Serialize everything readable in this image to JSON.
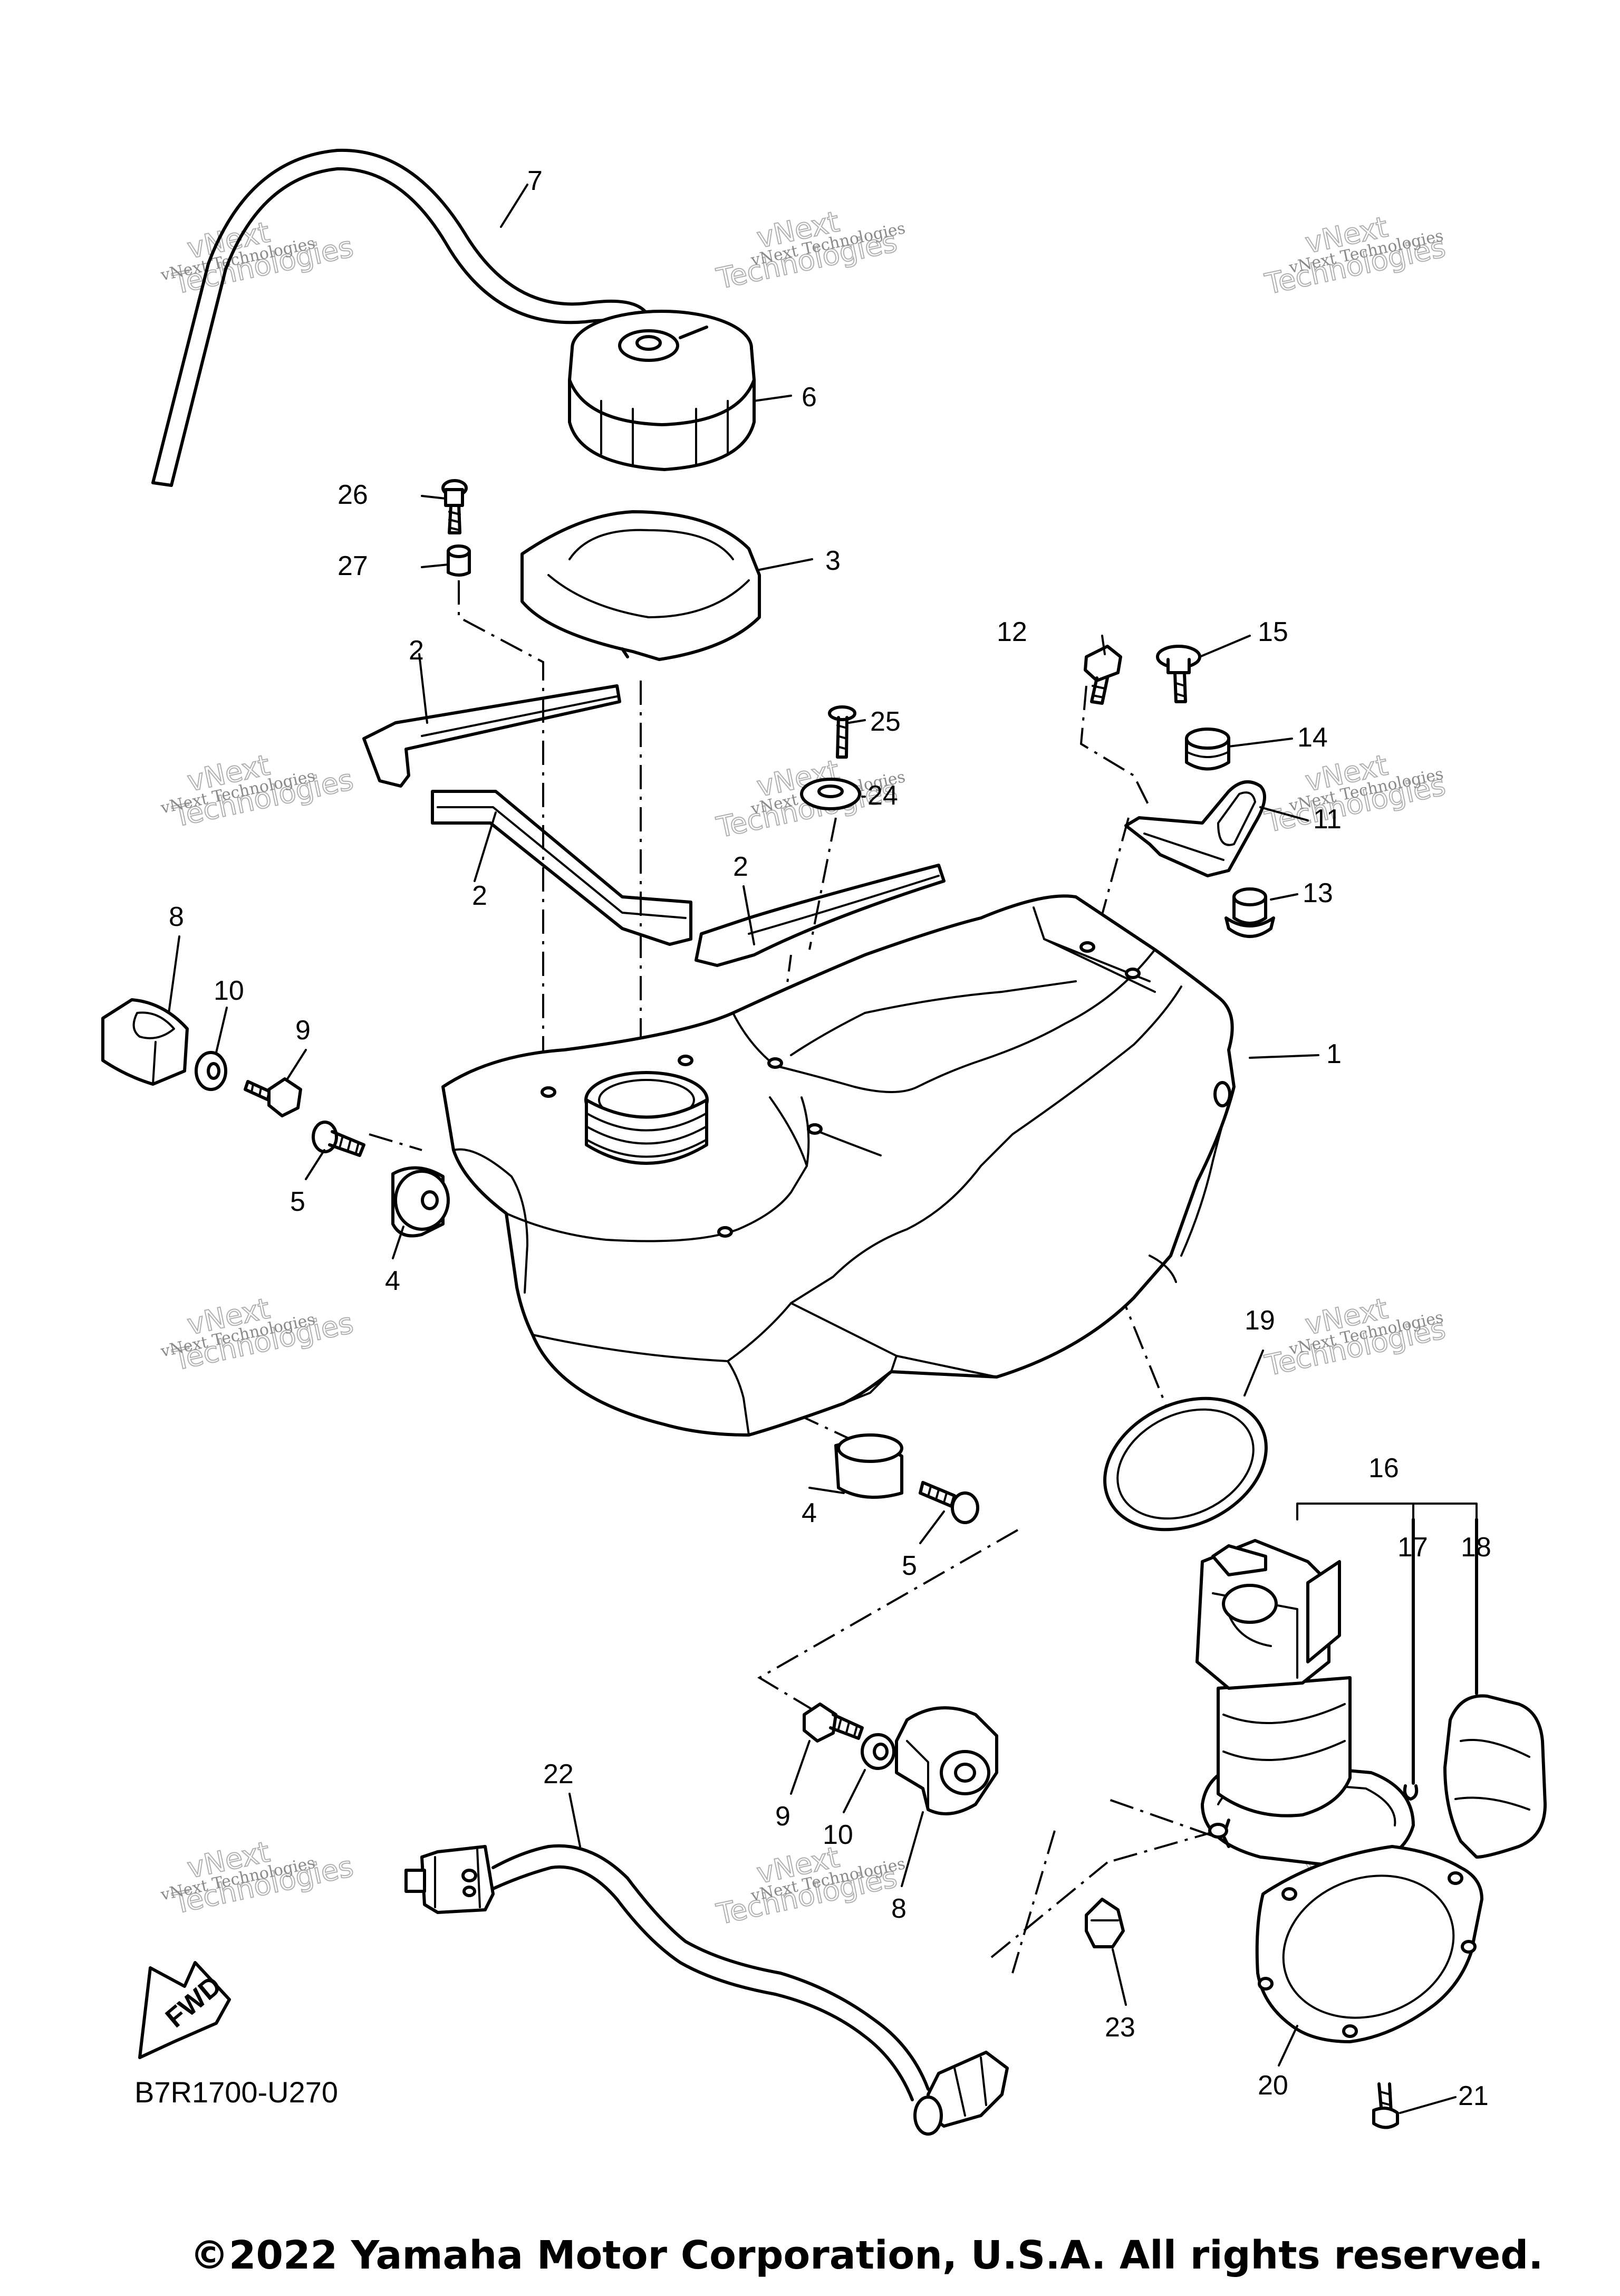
{
  "diagram_code": "B7R1700-U270",
  "copyright": "©2022 Yamaha Motor Corporation, U.S.A. All rights reserved.",
  "fwd_label": "FWD",
  "watermark": {
    "line1": "vNext Technologies",
    "line2": "vNext",
    "line3": "Technologies"
  },
  "callouts": {
    "c1": "1",
    "c2a": "2",
    "c2b": "2",
    "c2c": "2",
    "c3": "3",
    "c4a": "4",
    "c4b": "4",
    "c5a": "5",
    "c5b": "5",
    "c6": "6",
    "c7": "7",
    "c8a": "8",
    "c8b": "8",
    "c9a": "9",
    "c9b": "9",
    "c10a": "10",
    "c10b": "10",
    "c11": "11",
    "c12": "12",
    "c13": "13",
    "c14": "14",
    "c15": "15",
    "c16": "16",
    "c17": "17",
    "c18": "18",
    "c19": "19",
    "c20": "20",
    "c21": "21",
    "c22": "22",
    "c23": "23",
    "c24": "24",
    "c25": "25",
    "c26": "26",
    "c27": "27"
  }
}
